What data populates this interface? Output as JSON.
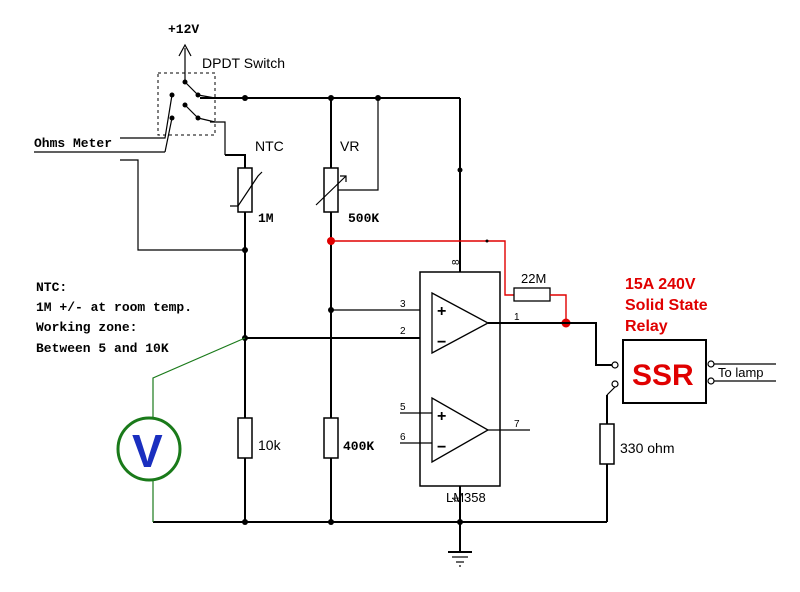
{
  "supply": {
    "label": "+12V"
  },
  "switch": {
    "label": "DPDT Switch"
  },
  "meter": {
    "label": "Ohms Meter"
  },
  "ntc": {
    "label": "NTC",
    "value": "1M"
  },
  "vr": {
    "label": "VR",
    "value": "500K"
  },
  "note": {
    "lines": [
      "NTC:",
      "1M +/- at room temp.",
      "Working zone:",
      "Between 5 and 10K"
    ]
  },
  "resistors": {
    "r1": "10k",
    "r2": "400K",
    "r3": "330 ohm",
    "feedback": "22M"
  },
  "voltmeter": {
    "symbol": "V"
  },
  "ic": {
    "label": "LM358",
    "pins": {
      "p1": "1",
      "p2": "2",
      "p3": "3",
      "p4": "4",
      "p5": "5",
      "p6": "6",
      "p7": "7",
      "p8": "8"
    },
    "plus": "+",
    "minus": "−"
  },
  "relay": {
    "title_lines": [
      "15A 240V",
      "Solid State",
      "Relay"
    ],
    "symbol": "SSR",
    "output": "To lamp"
  },
  "colors": {
    "wire": "#000000",
    "highlight": "#e00000",
    "meter": "#1a7a1a",
    "meter_text": "#1a2fbf"
  }
}
